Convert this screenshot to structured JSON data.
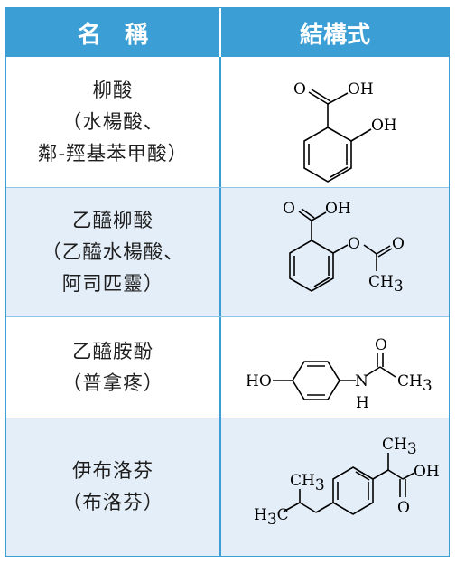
{
  "table": {
    "header": {
      "name": "名　稱",
      "structure": "結構式"
    },
    "rows": [
      {
        "lines": [
          "柳酸",
          "（水楊酸、",
          "鄰-羥基苯甲酸）"
        ],
        "labels": {
          "o": "O",
          "oh1": "OH",
          "oh2": "OH"
        }
      },
      {
        "lines": [
          "乙醯柳酸",
          "（乙醯水楊酸、",
          "阿司匹靈）"
        ],
        "labels": {
          "o1": "O",
          "oh": "OH",
          "o2": "O",
          "o3": "O",
          "ch3": "CH",
          "ch3_sub": "3"
        }
      },
      {
        "lines": [
          "乙醯胺酚",
          "（普拿疼）"
        ],
        "labels": {
          "ho": "HO",
          "n": "N",
          "h": "H",
          "o": "O",
          "ch3": "CH",
          "ch3_sub": "3"
        }
      },
      {
        "lines": [
          "伊布洛芬",
          "（布洛芬）"
        ],
        "labels": {
          "ch3a": "CH",
          "ch3a_sub": "3",
          "ch3b": "CH",
          "ch3b_sub": "3",
          "h3c_h": "H",
          "h3c_sub": "3",
          "h3c_c": "C",
          "oh": "OH",
          "o": "O"
        }
      }
    ]
  },
  "colors": {
    "header_bg": "#3b9ed4",
    "alt_row_bg": "#e4eef8",
    "text": "#1e1e1e"
  }
}
